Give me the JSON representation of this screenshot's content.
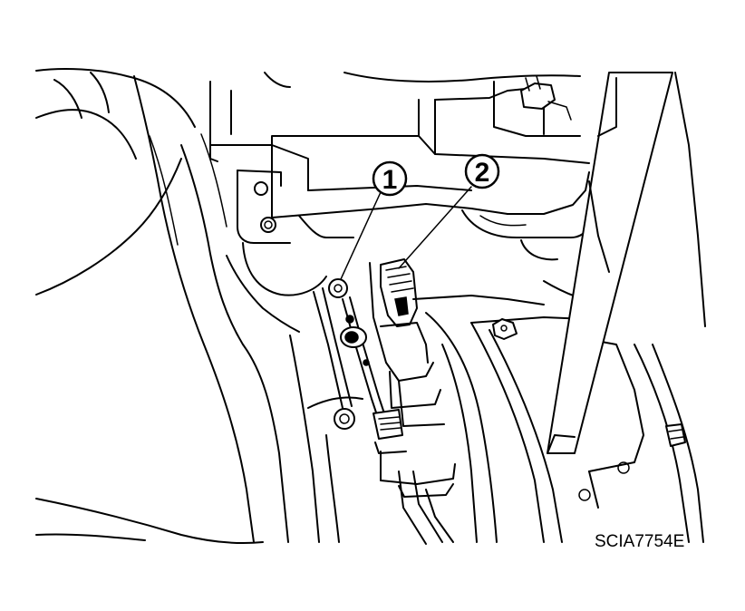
{
  "callouts": [
    {
      "number": "1"
    },
    {
      "number": "2"
    }
  ],
  "figure_code": "SCIA7754E"
}
